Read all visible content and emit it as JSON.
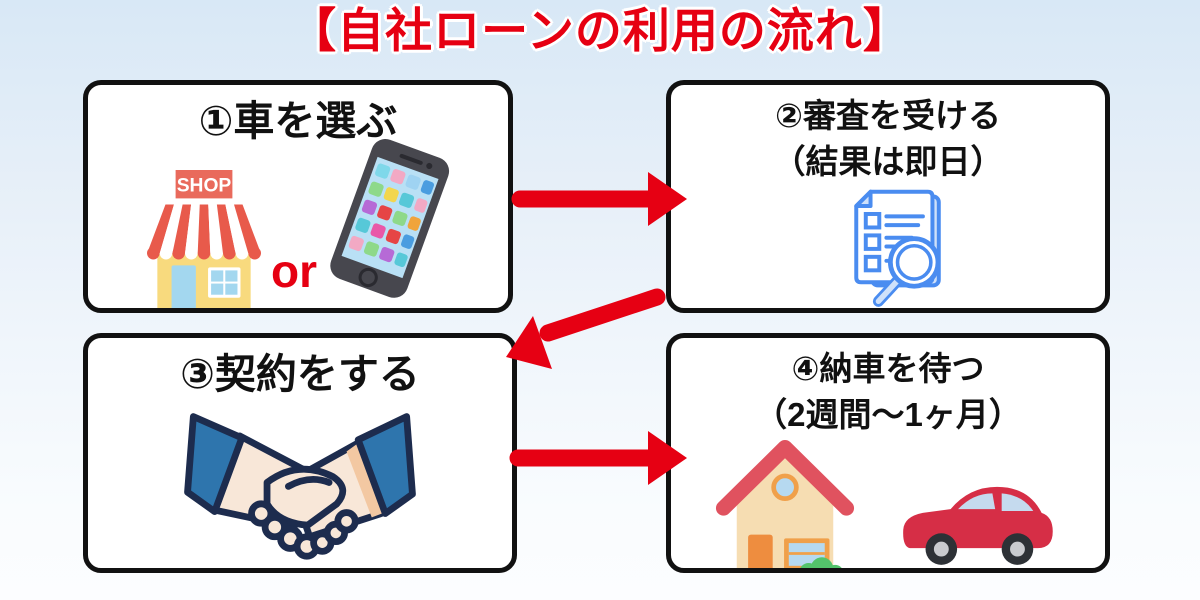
{
  "title": {
    "text": "【自社ローンの利用の流れ】"
  },
  "steps": [
    {
      "label": "①車を選ぶ",
      "or_text": "or",
      "icons": [
        "shop-icon",
        "smartphone-icon"
      ]
    },
    {
      "label": "②審査を受ける",
      "sub": "（結果は即日）",
      "icons": [
        "document-magnifier-icon"
      ]
    },
    {
      "label": "③契約をする",
      "icons": [
        "handshake-icon"
      ]
    },
    {
      "label": "④納車を待つ",
      "sub": "（2週間～1ヶ月）",
      "icons": [
        "house-icon",
        "car-icon"
      ]
    }
  ],
  "shop_icon": {
    "sign_text": "SHOP"
  },
  "arrows": [
    {
      "from": "step-1",
      "to": "step-2",
      "direction": "right"
    },
    {
      "from": "step-2",
      "to": "step-3",
      "direction": "down-left"
    },
    {
      "from": "step-3",
      "to": "step-4",
      "direction": "right"
    }
  ],
  "colors": {
    "title_red": "#e60012",
    "arrow_red": "#e60013",
    "or_red": "#e60012",
    "box_border": "#111111",
    "box_fill": "#ffffff",
    "heading_text": "#111111",
    "background_top": "#d8e8f6",
    "background_bottom": "#fcfdff",
    "document_icon_blue": "#4a8cf0",
    "car_red": "#d62e46"
  }
}
